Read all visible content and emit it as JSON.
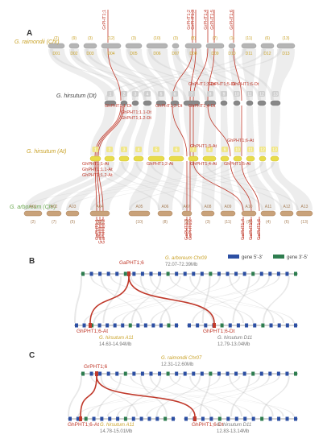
{
  "panel_a": {
    "label": "A",
    "raimondii": {
      "label": "G. raimondii (Chr)",
      "chrs": [
        "D01",
        "D02",
        "D03",
        "D04",
        "D05",
        "D06",
        "D07",
        "D08",
        "D09",
        "D10",
        "D11",
        "D12",
        "D13"
      ],
      "counts": [
        "(2)",
        "(9)",
        "(3)",
        "(12)",
        "(3)",
        "(10)",
        "(3)",
        "(8)",
        "(7)",
        "(1)",
        "(11)",
        "(6)",
        "(13)"
      ]
    },
    "dt": {
      "label": "G. hirsutum (Dt)",
      "nums": [
        "1",
        "2",
        "3",
        "4",
        "5",
        "6",
        "7",
        "8",
        "9",
        "10",
        "11",
        "12",
        "13"
      ]
    },
    "at": {
      "label": "G. hirsutum (At)",
      "nums": [
        "1",
        "2",
        "3",
        "4",
        "5",
        "6",
        "7",
        "8",
        "9",
        "10",
        "11",
        "12",
        "13"
      ]
    },
    "arboreum": {
      "label": "G. arboreum (Chr)",
      "chrs": [
        "A01",
        "A02",
        "A03",
        "A04",
        "A05",
        "A06",
        "A07",
        "A08",
        "A09",
        "A10",
        "A11",
        "A12",
        "A13"
      ],
      "counts": [
        "(2)",
        "(7)",
        "(5)",
        "(12)",
        "(10)",
        "(8)",
        "(3)",
        "(3)",
        "(11)",
        "(9)",
        "(4)",
        "(6)",
        "(13)"
      ]
    },
    "genes_top": [
      "GrPHT1;1",
      "GrPHT1;2",
      "GrPHT1;3",
      "GrPHT1;4",
      "GrPHT1;5",
      "GrPHT1;6"
    ],
    "genes_dt": [
      "GhPHT1;1-Dt",
      "GhPHT1;1.1-Dt",
      "GhPHT1;1.2-Dt",
      "GhPHT1;2-Dt",
      "GhPHT1;3-Dt",
      "GhPHT1;4-Dt",
      "GhPHT1;5-Dt",
      "GhPHT1;6-Dt"
    ],
    "genes_at": [
      "GhPHT1;1-At",
      "GhPHT1;1.1-At",
      "GhPHT1;1.2-At",
      "GhPHT1;2-At",
      "GhPHT1;3-At",
      "GhPHT1;4-At",
      "GhPHT1;5-At",
      "GhPHT1;6-At"
    ],
    "genes_bottom": [
      "GaPHT1;1",
      "GaPHT1;1.1",
      "GaPHT1;1.2",
      "GaPHT1;3",
      "GaPHT1;2",
      "GaPHT1;4",
      "GaPHT1;5",
      "GaPHT1;6"
    ]
  },
  "panel_b": {
    "label": "B",
    "legend": {
      "forward": "gene 5'-3'",
      "reverse": "gene 3'-5'"
    },
    "top_gene": "GaPHT1;6",
    "top_species": "G. arboreum Chr09",
    "top_range": "72.07-72.39Mb",
    "left_gene": "GhPHT1;6-At",
    "left_species": "G. hirsutum A11",
    "left_range": "14.63-14.94Mb",
    "right_gene": "GhPHT1;6-Dt",
    "right_species": "G. hirsutum D11",
    "right_range": "12.79-13.04Mb"
  },
  "panel_c": {
    "label": "C",
    "top_gene": "GrPHT1;6",
    "top_species": "G. raimondii Chr07",
    "top_range": "12.31-12.60Mb",
    "left_gene": "GhPHT1;6-At",
    "left_species": "G. hirsutum A11",
    "left_range": "14.78-15.01Mb",
    "right_gene": "GhPHT1;6-Dt",
    "right_species": "G. hirsutum D11",
    "right_range": "12.83-13.14Mb"
  },
  "colors": {
    "red": "#c0392b",
    "grey": "#bdbdbd",
    "tan": "#c9a27a",
    "yellow": "#e8dc4a",
    "blue": "#2c4fa3",
    "green": "#2e7d4f"
  }
}
